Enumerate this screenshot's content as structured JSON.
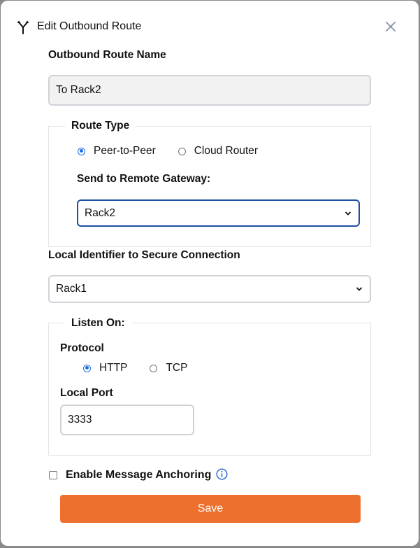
{
  "modal": {
    "title": "Edit Outbound Route",
    "header_icon": "route-split-icon",
    "close_icon": "close-icon"
  },
  "route_name": {
    "label": "Outbound Route Name",
    "value": "To Rack2"
  },
  "route_type": {
    "legend": "Route Type",
    "options": [
      {
        "label": "Peer-to-Peer",
        "checked": true
      },
      {
        "label": "Cloud Router",
        "checked": false
      }
    ],
    "gateway_label": "Send to Remote Gateway:",
    "gateway_value": "Rack2"
  },
  "local_identifier": {
    "label": "Local Identifier to Secure Connection",
    "value": "Rack1"
  },
  "listen_on": {
    "legend": "Listen On:",
    "protocol_label": "Protocol",
    "protocol_options": [
      {
        "label": "HTTP",
        "checked": true
      },
      {
        "label": "TCP",
        "checked": false
      }
    ],
    "port_label": "Local Port",
    "port_value": "3333"
  },
  "anchoring": {
    "label": "Enable Message Anchoring",
    "checked": false,
    "info_icon": "info-icon"
  },
  "actions": {
    "save_label": "Save"
  },
  "colors": {
    "accent": "#ed702e",
    "radio_checked": "#1a6fe6",
    "info_icon": "#1f5fd8",
    "close_icon": "#8692a6"
  }
}
